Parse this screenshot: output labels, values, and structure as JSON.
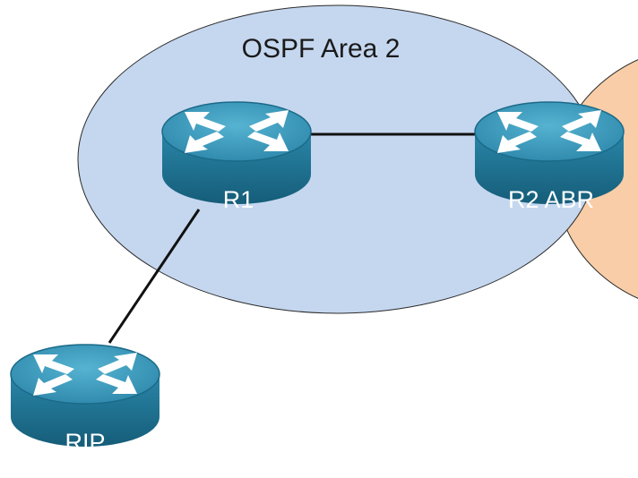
{
  "diagram": {
    "areas": [
      {
        "id": "ospf-area-2",
        "label": "OSPF Area 2",
        "fill": "#c5d7ef",
        "stroke": "#2b2b2b"
      },
      {
        "id": "adjacent-area",
        "label": "",
        "fill": "#f8cda7",
        "stroke": "#2b2b2b"
      }
    ],
    "routers": [
      {
        "id": "r1",
        "label": "R1"
      },
      {
        "id": "r2",
        "label": "R2 ABR"
      },
      {
        "id": "rip",
        "label": "RIP"
      }
    ],
    "links": [
      {
        "from": "r1",
        "to": "r2"
      },
      {
        "from": "r1",
        "to": "rip"
      }
    ],
    "colors": {
      "router_top": "#2e8fb1",
      "router_side": "#1f6f8f",
      "router_arrow": "#ffffff",
      "link": "#111111"
    }
  }
}
